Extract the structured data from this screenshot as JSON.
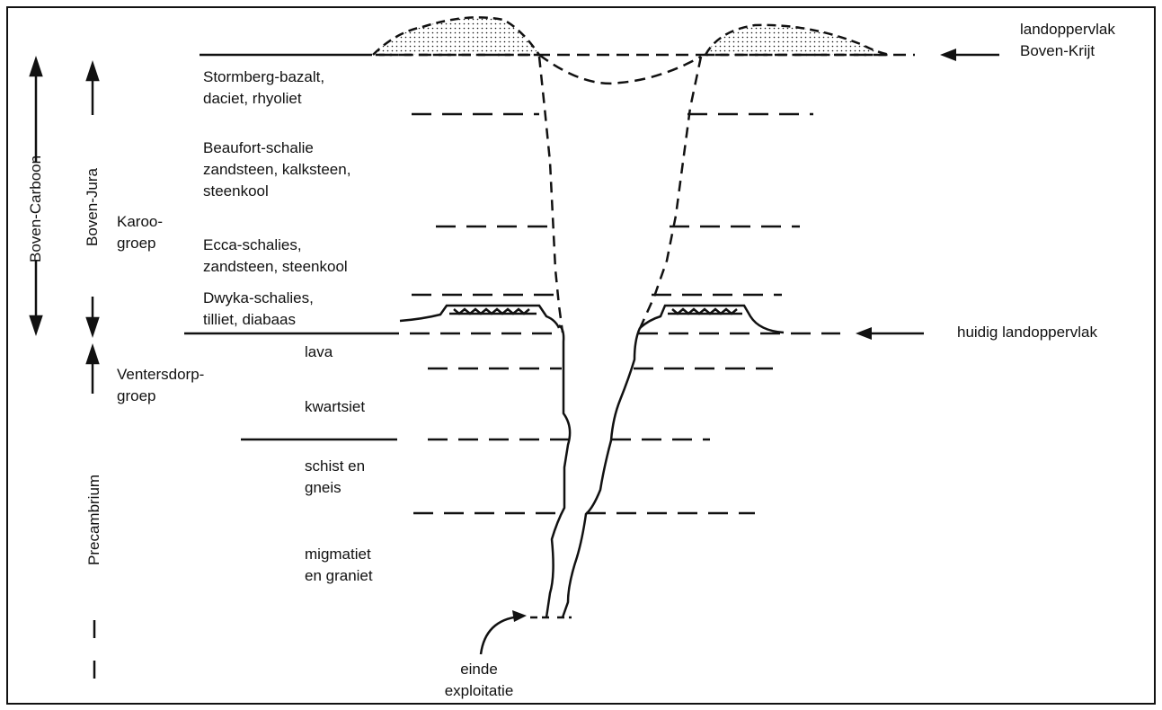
{
  "labels": {
    "surface_upper": "landoppervlak\nBoven-Krijt",
    "surface_current": "huidig landoppervlak",
    "end_exploitation": "einde\nexploitatie"
  },
  "time_axis": {
    "boven_carboon": "Boven-Carboon",
    "boven_jura": "Boven-Jura",
    "precambrium": "Precambrium"
  },
  "groups": {
    "karoo": "Karoo-\ngroep",
    "ventersdorp": "Ventersdorp-\ngroep"
  },
  "layers": [
    "Stormberg-bazalt,\ndaciet, rhyoliet",
    "Beaufort-schalie\nzandsteen, kalksteen,\nsteenkool",
    "Ecca-schalies,\nzandsteen, steenkool",
    "Dwyka-schalies,\ntilliet, diabaas",
    "lava",
    "kwartsiet",
    "schist en\ngneis",
    "migmatiet\nen graniet"
  ]
}
